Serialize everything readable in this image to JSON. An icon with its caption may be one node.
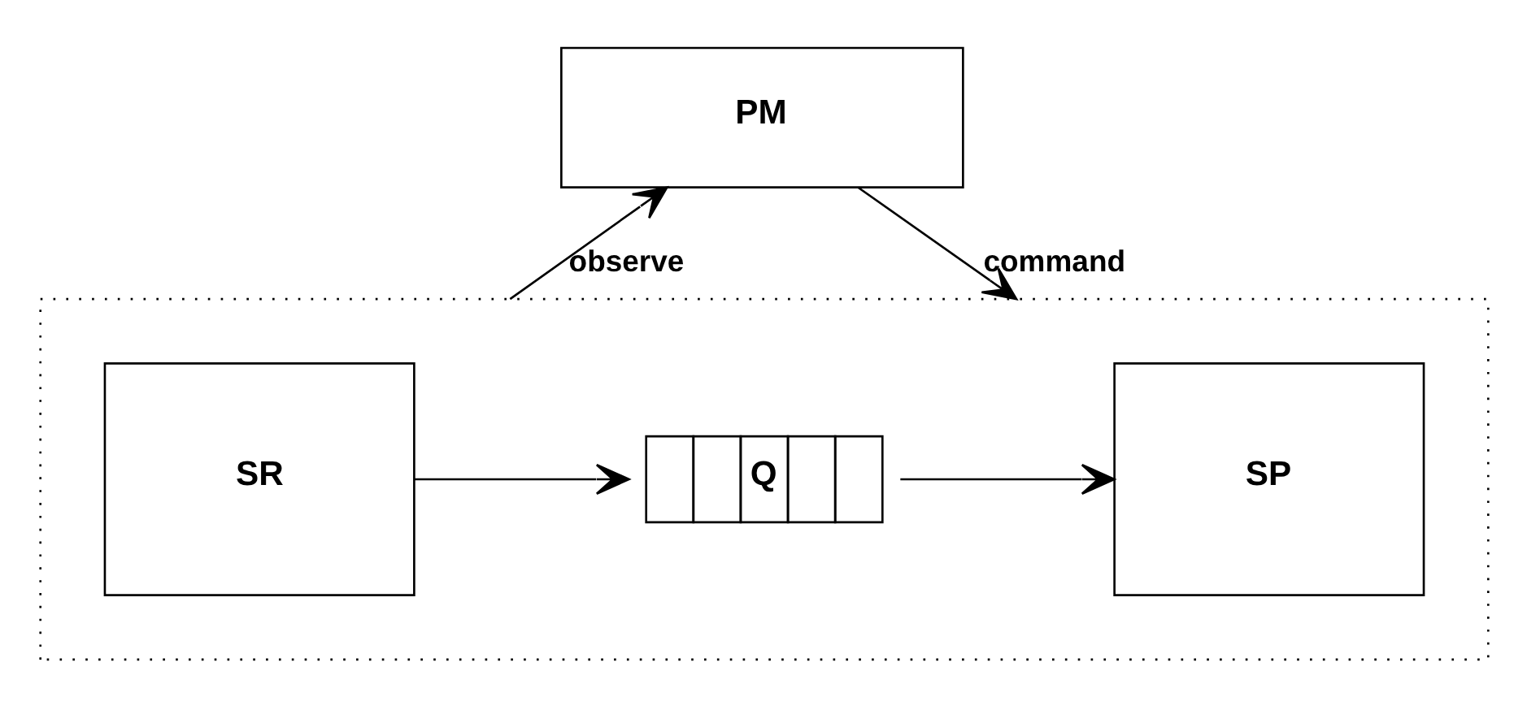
{
  "diagram": {
    "nodes": [
      {
        "text": [
          "PM"
        ]
      },
      {
        "text": [],
        "shape": "box"
      },
      {
        "text": [
          "SR"
        ],
        "in": 1
      },
      {
        "text": [
          "Q"
        ],
        "in": 1
      },
      {
        "text": [
          "SP"
        ],
        "in": 1
      }
    ],
    "edges": [
      {
        "from": 1,
        "to": 0,
        "arrow": "to",
        "label": "observe"
      },
      {
        "from": 0,
        "to": 1,
        "arrow": "to",
        "label": "command"
      },
      {
        "from": 2,
        "to": 3,
        "arrow": "to"
      },
      {
        "from": 3,
        "to": 4,
        "arrow": "to"
      }
    ]
  }
}
